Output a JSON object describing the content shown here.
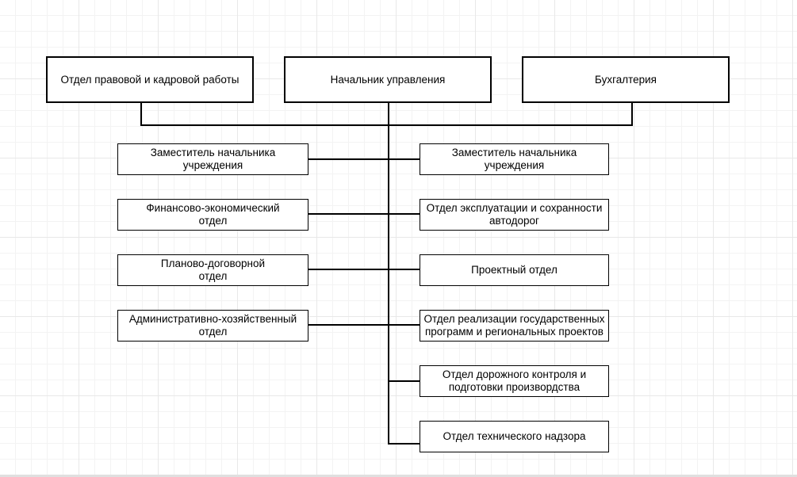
{
  "canvas": {
    "background_color": "#ffffff",
    "grid_minor_color": "#f3f3f3",
    "grid_major_color": "#e8e8e8",
    "stroke_color": "#000000"
  },
  "diagram": {
    "type": "org-chart",
    "top_row": [
      {
        "label": "Отдел правовой и кадровой работы"
      },
      {
        "label": "Начальник управления"
      },
      {
        "label": "Бухгалтерия"
      }
    ],
    "left_column": [
      {
        "label": "Заместитель начальника\nучреждения"
      },
      {
        "label": "Финансово-экономический\nотдел"
      },
      {
        "label": "Планово-договорной\nотдел"
      },
      {
        "label": "Административно-хозяйственный\nотдел"
      }
    ],
    "right_column": [
      {
        "label": "Заместитель начальника\nучреждения"
      },
      {
        "label": "Отдел эксплуатации и сохранности\nавтодорог"
      },
      {
        "label": "Проектный отдел"
      },
      {
        "label": "Отдел реализации государственных\nпрограмм и региональных проектов"
      },
      {
        "label": "Отдел дорожного контроля и\nподготовки произвордства"
      },
      {
        "label": "Отдел технического надзора"
      }
    ]
  }
}
